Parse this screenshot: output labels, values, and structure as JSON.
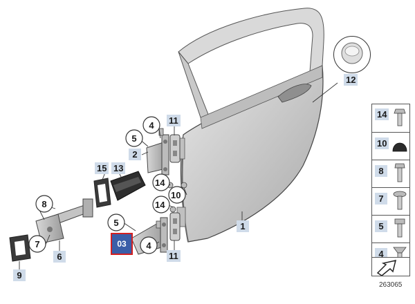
{
  "callouts": [
    {
      "id": "c1",
      "text": "1"
    },
    {
      "id": "c2",
      "text": "2"
    },
    {
      "id": "c4a",
      "text": "4"
    },
    {
      "id": "c4b",
      "text": "4"
    },
    {
      "id": "c5a",
      "text": "5"
    },
    {
      "id": "c5b",
      "text": "5"
    },
    {
      "id": "c6",
      "text": "6"
    },
    {
      "id": "c7",
      "text": "7"
    },
    {
      "id": "c8",
      "text": "8"
    },
    {
      "id": "c9",
      "text": "9"
    },
    {
      "id": "c10",
      "text": "10"
    },
    {
      "id": "c11a",
      "text": "11"
    },
    {
      "id": "c11b",
      "text": "11"
    },
    {
      "id": "c12",
      "text": "12"
    },
    {
      "id": "c13",
      "text": "13"
    },
    {
      "id": "c14a",
      "text": "14"
    },
    {
      "id": "c14b",
      "text": "14"
    },
    {
      "id": "c15",
      "text": "15"
    }
  ],
  "highlight": {
    "text": "03"
  },
  "parts_panel": {
    "items": [
      "14",
      "10",
      "8",
      "7",
      "5",
      "4"
    ]
  },
  "reference": "263065",
  "colors": {
    "label_bg": "#cfdbe9",
    "highlight_bg": "#3b5ea8",
    "highlight_border": "#d42020"
  }
}
